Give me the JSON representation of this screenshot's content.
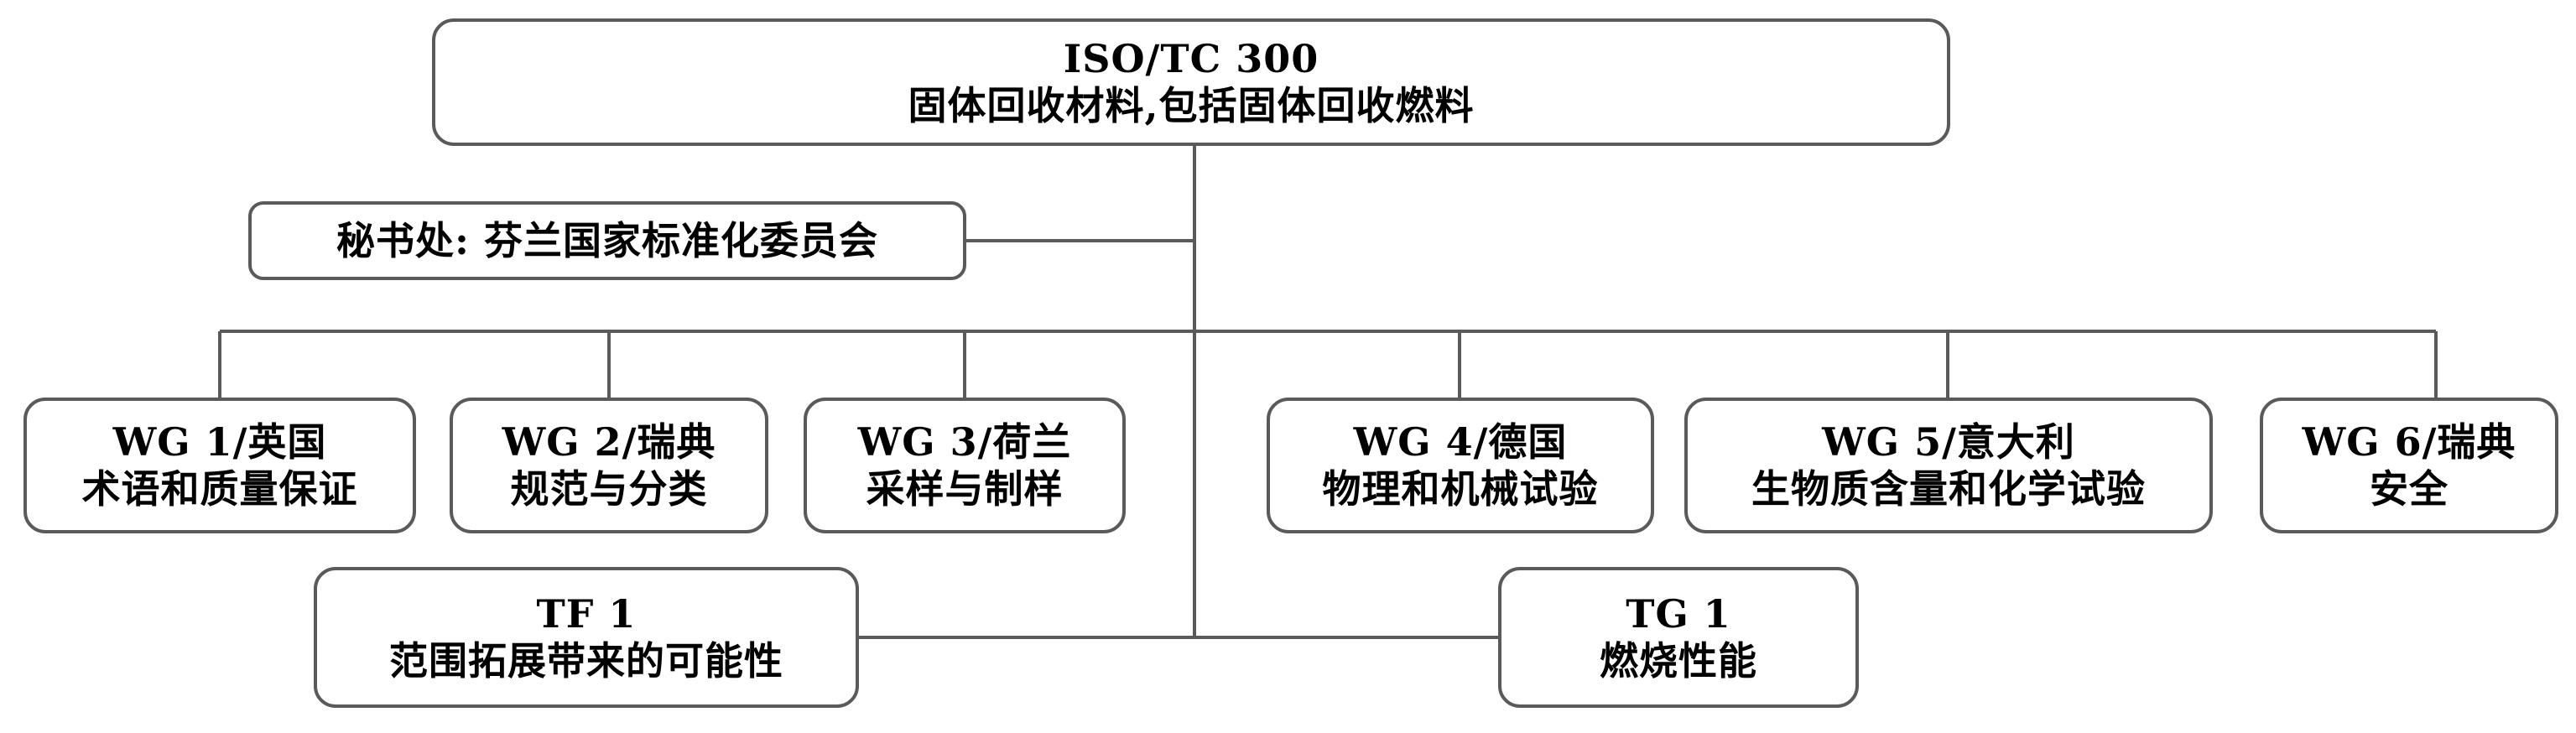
{
  "root": {
    "code": "ISO/TC 300",
    "title": "固体回收材料,包括固体回收燃料"
  },
  "secretariat": "秘书处: 芬兰国家标准化委员会",
  "working_groups": [
    {
      "code": "WG 1/英国",
      "title": "术语和质量保证"
    },
    {
      "code": "WG 2/瑞典",
      "title": "规范与分类"
    },
    {
      "code": "WG 3/荷兰",
      "title": "采样与制样"
    },
    {
      "code": "WG 4/德国",
      "title": "物理和机械试验"
    },
    {
      "code": "WG 5/意大利",
      "title": "生物质含量和化学试验"
    },
    {
      "code": "WG 6/瑞典",
      "title": "安全"
    }
  ],
  "task_force": {
    "code": "TF 1",
    "title": "范围拓展带来的可能性"
  },
  "task_group": {
    "code": "TG 1",
    "title": "燃烧性能"
  }
}
